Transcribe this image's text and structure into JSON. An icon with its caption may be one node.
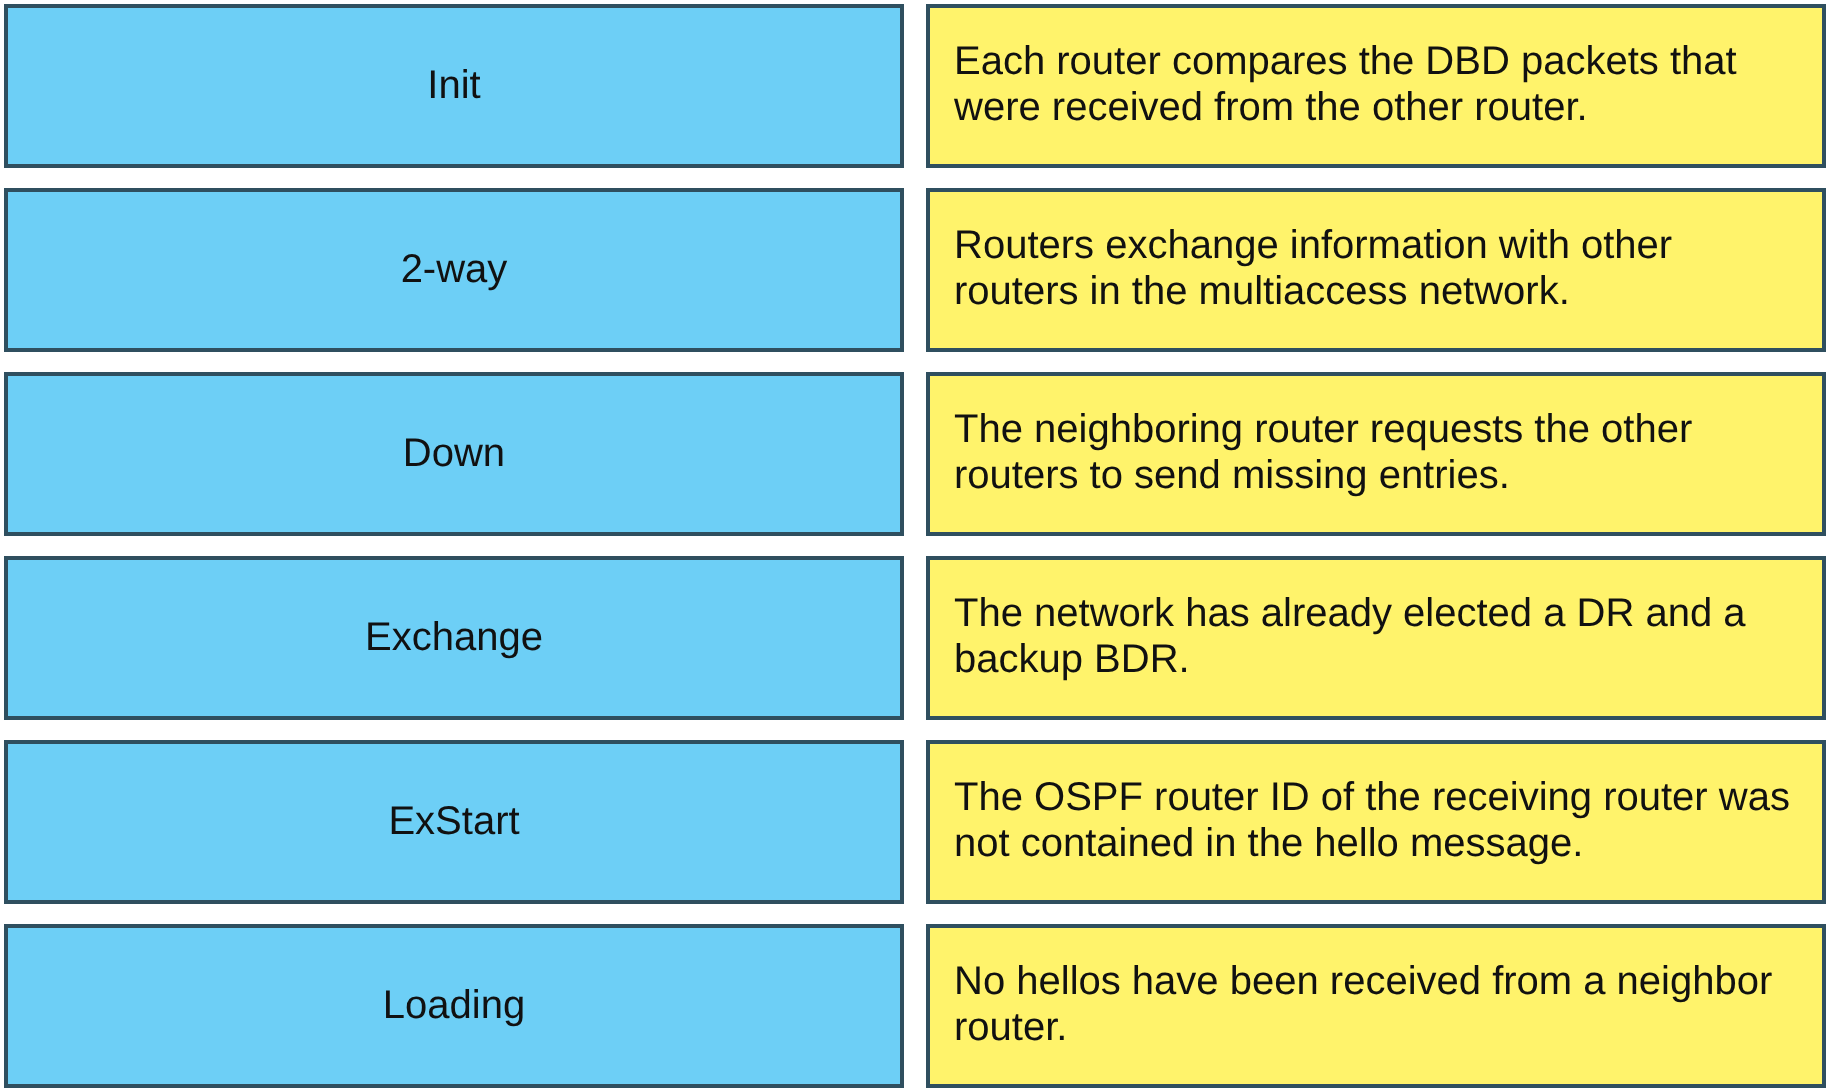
{
  "diagram": {
    "nodes": [
      {
        "text": [
          "Init"
        ]
      },
      {
        "text": [
          "Each router compares the DBD packets that were received from the other router."
        ]
      },
      {
        "text": [
          "2-way"
        ]
      },
      {
        "text": [
          "Routers exchange information with other routers in the multiaccess network."
        ]
      },
      {
        "text": [
          "Down"
        ]
      },
      {
        "text": [
          "The neighboring router requests the other routers to send missing entries."
        ]
      },
      {
        "text": [
          "Exchange"
        ]
      },
      {
        "text": [
          "The network has already elected a DR and a backup BDR."
        ]
      },
      {
        "text": [
          "ExStart"
        ]
      },
      {
        "text": [
          "The OSPF router ID of the receiving router was not contained in the hello message."
        ]
      },
      {
        "text": [
          "Loading"
        ]
      },
      {
        "text": [
          "No hellos have been received from a neighbor router."
        ]
      }
    ]
  }
}
